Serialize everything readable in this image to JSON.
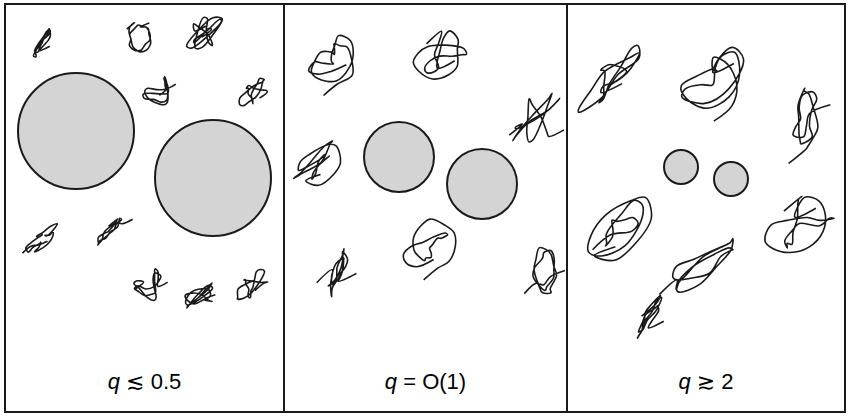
{
  "diagram": {
    "nodes": [
      {
        "text": [
          "q ≲ 0.5"
        ]
      },
      {
        "text": [
          "q = O(1)"
        ]
      },
      {
        "text": [
          "q ≳ 2"
        ]
      }
    ]
  }
}
